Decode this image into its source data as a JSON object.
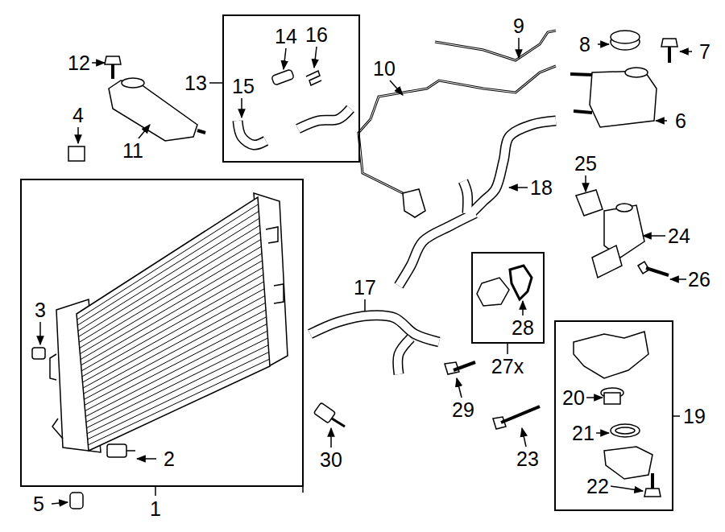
{
  "diagram": {
    "nodes": [
      {
        "text": [
          "1"
        ]
      },
      {
        "text": [
          "13"
        ]
      },
      {
        "text": [
          "27"
        ]
      },
      {
        "text": [
          "19"
        ]
      }
    ],
    "labels": [
      "12",
      "14",
      "16",
      "9",
      "8",
      "7",
      "4",
      "15",
      "10",
      "11",
      "6",
      "25",
      "18",
      "24",
      "26",
      "3",
      "17",
      "28",
      "27x",
      "29",
      "20",
      "21",
      "30",
      "2",
      "23",
      "22",
      "5"
    ]
  }
}
